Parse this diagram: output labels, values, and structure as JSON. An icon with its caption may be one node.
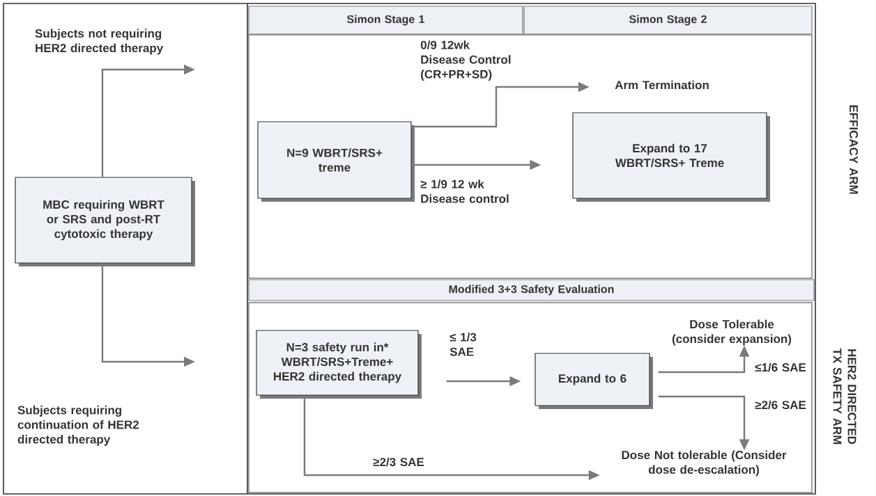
{
  "diagram": {
    "nodes": [
      {
        "text": [
          "Simon Stage 1"
        ]
      },
      {
        "text": [
          "Simon Stage 2"
        ]
      },
      {
        "text": [
          "Modified 3+3 Safety Evaluation"
        ]
      },
      {
        "text": [
          "Subjects not requiring HER2 directed therapy"
        ]
      },
      {
        "text": [
          "MBC requiring WBRT or SRS and post-RT cytotoxic therapy"
        ]
      },
      {
        "text": [
          "Subjects requiring continuation of HER2 directed therapy"
        ]
      },
      {
        "text": [
          "N=9 WBRT/SRS+ treme"
        ]
      },
      {
        "text": [
          "Arm Termination"
        ]
      },
      {
        "text": [
          "Expand to 17 WBRT/SRS+ Treme"
        ]
      },
      {
        "text": [
          "N=3 safety run in* WBRT/SRS+Treme+ HER2 directed therapy"
        ]
      },
      {
        "text": [
          "Expand to 6"
        ]
      },
      {
        "text": [
          "Dose Tolerable (consider expansion)"
        ]
      },
      {
        "text": [
          "Dose Not tolerable (Consider dose de-escalation)"
        ]
      }
    ],
    "edges": [
      {
        "from": 4,
        "to": null,
        "arrow": "to"
      },
      {
        "from": 4,
        "to": null,
        "arrow": "to"
      },
      {
        "from": 6,
        "to": 7,
        "arrow": "to",
        "label": "0/9 12wk Disease Control (CR+PR+SD)"
      },
      {
        "from": 6,
        "to": 8,
        "arrow": "to",
        "label": "≥ 1/9 12 wk Disease control"
      },
      {
        "from": 9,
        "to": 10,
        "arrow": "to",
        "label": "≤ 1/3 SAE"
      },
      {
        "from": 9,
        "to": 12,
        "arrow": "to",
        "label": "≥2/3 SAE"
      },
      {
        "from": 10,
        "to": 11,
        "arrow": "to",
        "label": "≤1/6 SAE"
      },
      {
        "from": 10,
        "to": 12,
        "arrow": "to",
        "label": "≥2/6 SAE"
      }
    ],
    "labels": [
      "EFFICACY ARM",
      "HER2 DIRECTED TX SAFETY ARM"
    ]
  }
}
